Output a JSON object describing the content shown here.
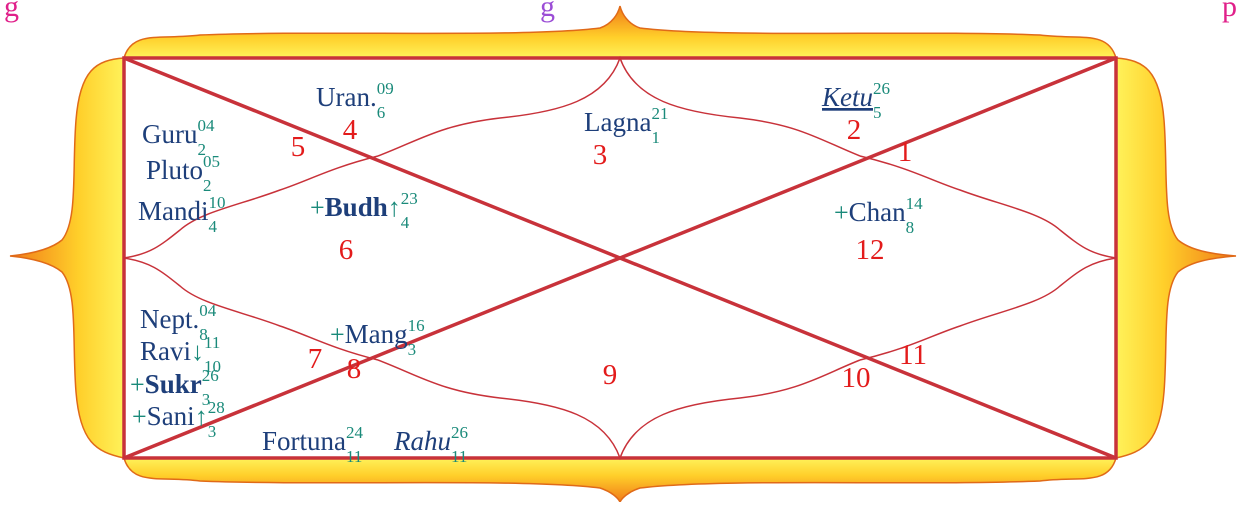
{
  "header_fragments": {
    "left": "g",
    "center": "g",
    "right": "p"
  },
  "colors": {
    "frame_outer": "#f28a1e",
    "frame_inner": "#ffe23a",
    "lines": "#c8323a",
    "house_number": "#e31b1b",
    "planet_text": "#1e3f7a",
    "degree_text": "#1a8a7a",
    "header_text": "#e0208a"
  },
  "chart": {
    "type": "north-indian-kundali",
    "house_numbers": [
      "1",
      "2",
      "3",
      "4",
      "5",
      "6",
      "7",
      "8",
      "9",
      "10",
      "11",
      "12"
    ],
    "placements": [
      {
        "id": "uran",
        "name": "Uran.",
        "degree": "09",
        "sign": "6",
        "bold": false,
        "italic": false,
        "underline": false,
        "mark": "",
        "arrow": ""
      },
      {
        "id": "lagna",
        "name": "Lagna",
        "degree": "21",
        "sign": "1",
        "bold": false,
        "italic": false,
        "underline": false,
        "mark": "",
        "arrow": ""
      },
      {
        "id": "ketu",
        "name": "Ketu",
        "degree": "26",
        "sign": "5",
        "bold": false,
        "italic": true,
        "underline": true,
        "mark": "",
        "arrow": ""
      },
      {
        "id": "guru",
        "name": "Guru",
        "degree": "04",
        "sign": "2",
        "bold": false,
        "italic": false,
        "underline": false,
        "mark": "",
        "arrow": ""
      },
      {
        "id": "pluto",
        "name": "Pluto",
        "degree": "05",
        "sign": "2",
        "bold": false,
        "italic": false,
        "underline": false,
        "mark": "",
        "arrow": ""
      },
      {
        "id": "mandi",
        "name": "Mandi",
        "degree": "10",
        "sign": "4",
        "bold": false,
        "italic": false,
        "underline": false,
        "mark": "",
        "arrow": ""
      },
      {
        "id": "budh",
        "name": "Budh",
        "degree": "23",
        "sign": "4",
        "bold": true,
        "italic": false,
        "underline": false,
        "mark": "+",
        "arrow": "↑"
      },
      {
        "id": "chan",
        "name": "Chan",
        "degree": "14",
        "sign": "8",
        "bold": false,
        "italic": false,
        "underline": false,
        "mark": "+",
        "arrow": ""
      },
      {
        "id": "nept",
        "name": "Nept.",
        "degree": "04",
        "sign": "8",
        "bold": false,
        "italic": false,
        "underline": false,
        "mark": "",
        "arrow": ""
      },
      {
        "id": "ravi",
        "name": "Ravi",
        "degree": "11",
        "sign": "10",
        "bold": false,
        "italic": false,
        "underline": false,
        "mark": "",
        "arrow": "↓"
      },
      {
        "id": "sukr",
        "name": "Sukr",
        "degree": "26",
        "sign": "3",
        "bold": true,
        "italic": false,
        "underline": false,
        "mark": "+",
        "arrow": ""
      },
      {
        "id": "sani",
        "name": "Sani",
        "degree": "28",
        "sign": "3",
        "bold": false,
        "italic": false,
        "underline": false,
        "mark": "+",
        "arrow": "↑"
      },
      {
        "id": "mang",
        "name": "Mang",
        "degree": "16",
        "sign": "3",
        "bold": false,
        "italic": false,
        "underline": false,
        "mark": "+",
        "arrow": ""
      },
      {
        "id": "fortuna",
        "name": "Fortuna",
        "degree": "24",
        "sign": "11",
        "bold": false,
        "italic": false,
        "underline": false,
        "mark": "",
        "arrow": ""
      },
      {
        "id": "rahu",
        "name": "Rahu",
        "degree": "26",
        "sign": "11",
        "bold": false,
        "italic": true,
        "underline": false,
        "mark": "",
        "arrow": ""
      }
    ]
  }
}
